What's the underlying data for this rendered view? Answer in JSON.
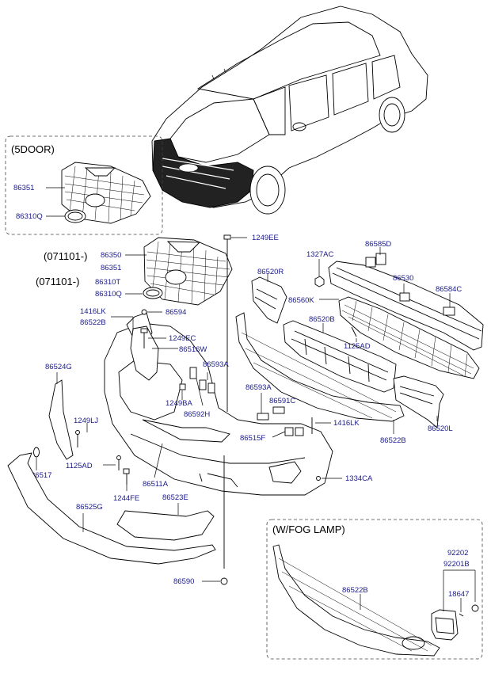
{
  "headings": {
    "five_door": "(5DOOR)",
    "fog_lamp": "(W/FOG LAMP)",
    "date_1": "(071101-)",
    "date_2": "(071101-)"
  },
  "parts": {
    "p86351_a": "86351",
    "p86310Q_a": "86310Q",
    "p1249EE": "1249EE",
    "p86350": "86350",
    "p86351_b": "86351",
    "p86310T": "86310T",
    "p86310Q_b": "86310Q",
    "p1416LK_a": "1416LK",
    "p86522B_a": "86522B",
    "p86594": "86594",
    "p1249EC": "1249EC",
    "p86516W": "86516W",
    "p86593A_a": "86593A",
    "p86524G": "86524G",
    "p1249BA": "1249BA",
    "p86592H": "86592H",
    "p1249LJ": "1249LJ",
    "p86517": "86517",
    "p1125AD_a": "1125AD",
    "p86511A": "86511A",
    "p1244FE": "1244FE",
    "p86523E": "86523E",
    "p86525G": "86525G",
    "p86590": "86590",
    "p1327AC": "1327AC",
    "p86585D": "86585D",
    "p86520R": "86520R",
    "p86530": "86530",
    "p86560K": "86560K",
    "p86584C": "86584C",
    "p86520B": "86520B",
    "p1125AD_b": "1125AD",
    "p86593A_b": "86593A",
    "p86591C": "86591C",
    "p1416LK_b": "1416LK",
    "p86515F": "86515F",
    "p86522B_b": "86522B",
    "p86520L": "86520L",
    "p1334CA": "1334CA",
    "p92202": "92202",
    "p92201B": "92201B",
    "p18647": "18647",
    "p86522B_c": "86522B"
  }
}
